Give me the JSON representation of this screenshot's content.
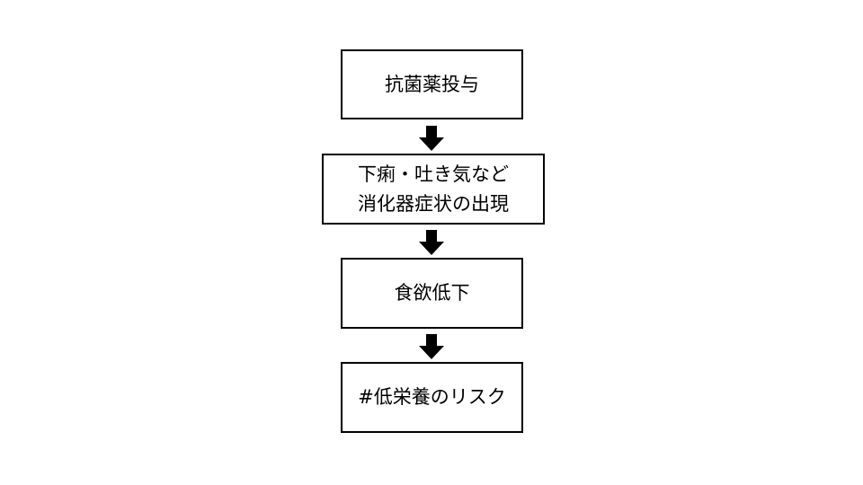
{
  "flow": {
    "steps": [
      {
        "lines": [
          "抗菌薬投与"
        ]
      },
      {
        "lines": [
          "下痢・吐き気など",
          "消化器症状の出現"
        ]
      },
      {
        "lines": [
          "食欲低下"
        ]
      },
      {
        "lines": [
          "#低栄養のリスク"
        ]
      }
    ],
    "arrow_color": "#000000",
    "box_border_color": "#000000"
  }
}
